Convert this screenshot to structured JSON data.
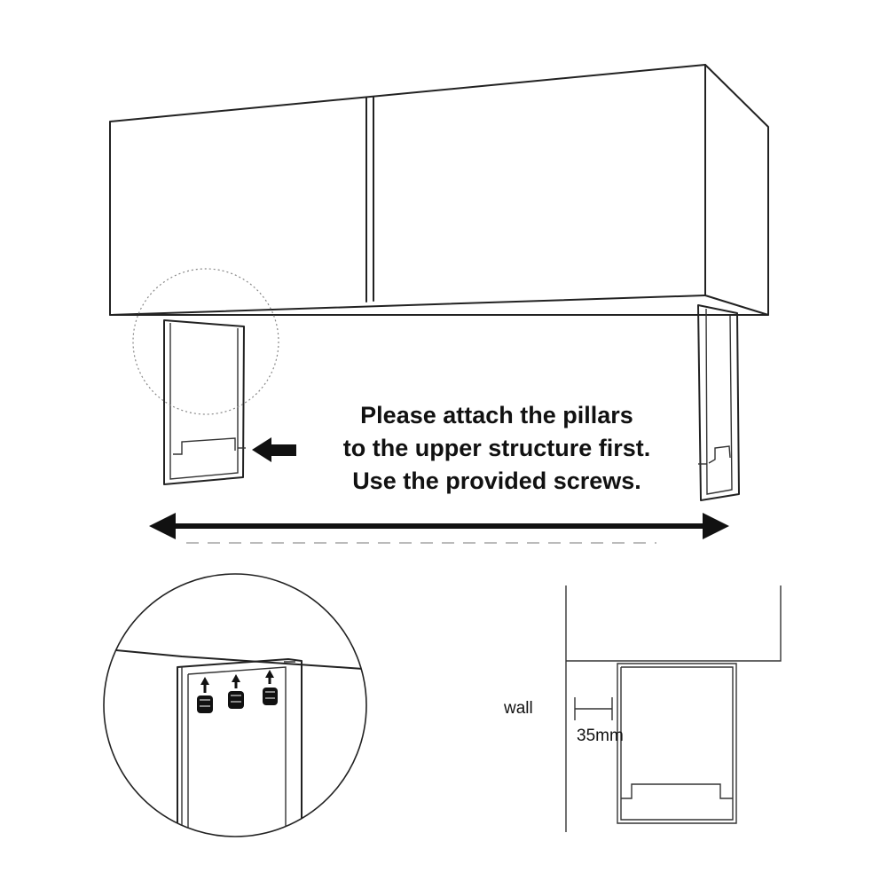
{
  "instruction": {
    "line1": "Please attach the pillars",
    "line2": "to the upper structure first.",
    "line3": "Use the provided screws."
  },
  "side_view": {
    "wall_label": "wall",
    "gap_label": "35mm"
  },
  "icons": {
    "pointer": "left-arrow-icon",
    "width_indicator": "double-arrow-icon",
    "screw": "screw-icon"
  },
  "colors": {
    "line": "#222222",
    "background": "#ffffff"
  }
}
